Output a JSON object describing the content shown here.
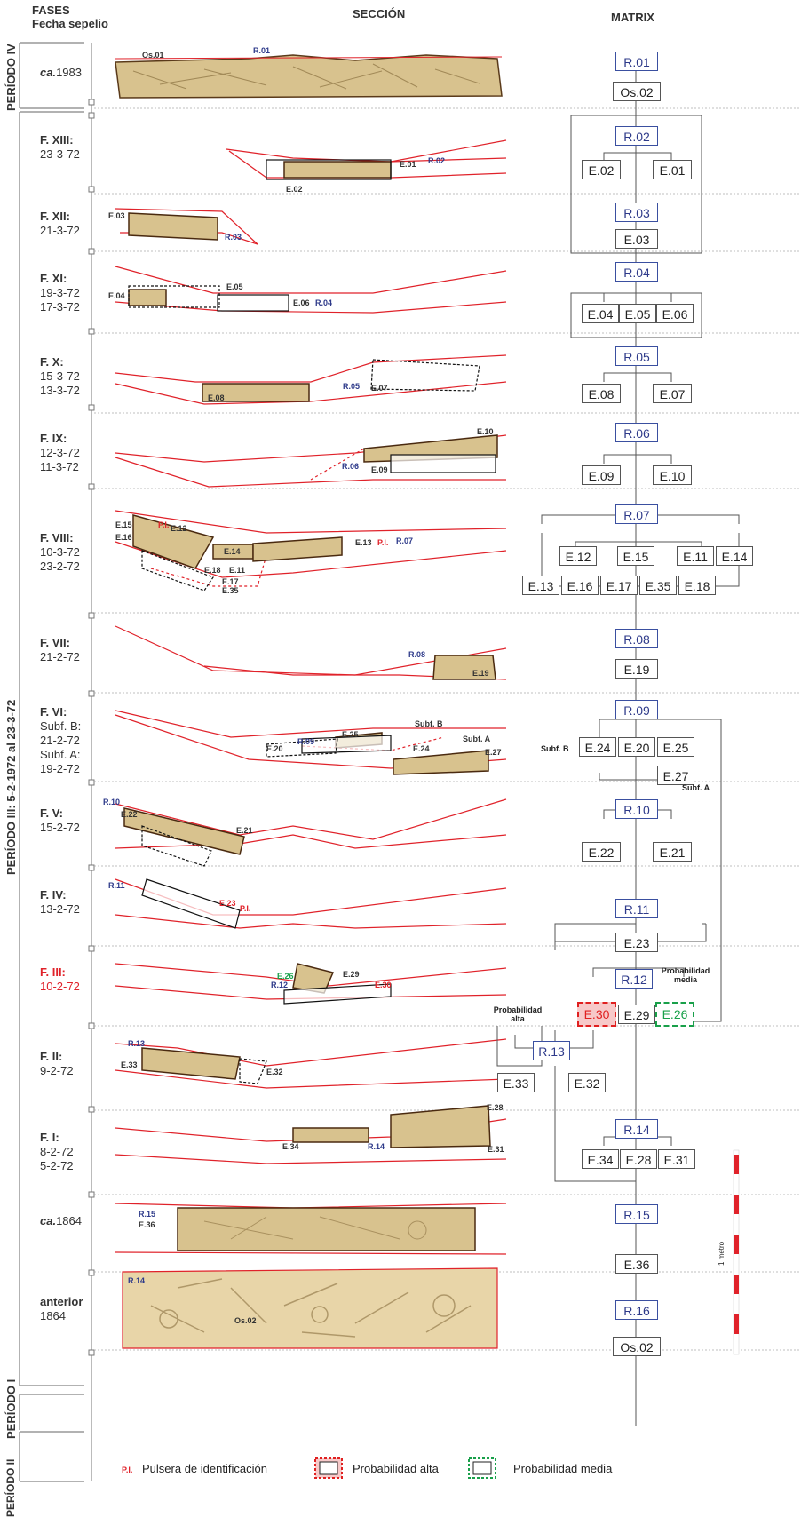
{
  "headers": {
    "fases": "FASES",
    "fecha": "Fecha sepelio",
    "seccion": "SECCIÓN",
    "matrix": "MATRIX"
  },
  "periods": {
    "iv": "PERÍODO IV",
    "iii": "PERÍODO III: 5-2-1972 al 23-3-72",
    "ii": "PERÍODO II",
    "i": "PERÍODO I"
  },
  "phases": [
    {
      "title": "ca.",
      "lines": [
        "1983"
      ],
      "italic": true
    },
    {
      "title": "F. XIII:",
      "lines": [
        "23-3-72"
      ]
    },
    {
      "title": "F. XII:",
      "lines": [
        "21-3-72"
      ]
    },
    {
      "title": "F. XI:",
      "lines": [
        "19-3-72",
        "17-3-72"
      ]
    },
    {
      "title": "F. X:",
      "lines": [
        "15-3-72",
        "13-3-72"
      ]
    },
    {
      "title": "F. IX:",
      "lines": [
        "12-3-72",
        "11-3-72"
      ]
    },
    {
      "title": "F. VIII:",
      "lines": [
        "10-3-72",
        "23-2-72"
      ]
    },
    {
      "title": "F. VII:",
      "lines": [
        "21-2-72"
      ]
    },
    {
      "title": "F. VI:",
      "lines": [
        "Subf. B:",
        "21-2-72",
        "Subf. A:",
        "19-2-72"
      ]
    },
    {
      "title": "F. V:",
      "lines": [
        "15-2-72"
      ]
    },
    {
      "title": "F. IV:",
      "lines": [
        "13-2-72"
      ]
    },
    {
      "title": "F. III:",
      "lines": [
        "10-2-72"
      ],
      "red": true
    },
    {
      "title": "F. II:",
      "lines": [
        "9-2-72"
      ]
    },
    {
      "title": "F. I:",
      "lines": [
        "8-2-72",
        "5-2-72"
      ]
    },
    {
      "title": "ca.",
      "lines": [
        "1864"
      ],
      "italic": true
    },
    {
      "title": "anterior",
      "lines": [
        "1864"
      ]
    }
  ],
  "matrix": {
    "R01": "R.01",
    "Os02a": "Os.02",
    "R02": "R.02",
    "E02": "E.02",
    "E01": "E.01",
    "R03": "R.03",
    "E03": "E.03",
    "R04": "R.04",
    "E04": "E.04",
    "E05": "E.05",
    "E06": "E.06",
    "R05": "R.05",
    "E08": "E.08",
    "E07": "E.07",
    "R06": "R.06",
    "E09": "E.09",
    "E10": "E.10",
    "R07": "R.07",
    "E12": "E.12",
    "E15": "E.15",
    "E11": "E.11",
    "E14": "E.14",
    "E13": "E.13",
    "E16": "E.16",
    "E17": "E.17",
    "E35": "E.35",
    "E18": "E.18",
    "R08": "R.08",
    "E19": "E.19",
    "R09": "R.09",
    "E24": "E.24",
    "E20": "E.20",
    "E25": "E.25",
    "E27": "E.27",
    "subfB": "Subf. B",
    "subfA": "Subf. A",
    "R10": "R.10",
    "E22": "E.22",
    "E21": "E.21",
    "R11": "R.11",
    "E23": "E.23",
    "R12": "R.12",
    "probMedia": "Probabilidad media",
    "probAlta": "Probabilidad alta",
    "E30": "E.30",
    "E29": "E.29",
    "E26": "E.26",
    "R13": "R.13",
    "E33": "E.33",
    "E32": "E.32",
    "R14": "R.14",
    "E34": "E.34",
    "E28": "E.28",
    "E31": "E.31",
    "R15": "R.15",
    "E36": "E.36",
    "R16": "R.16",
    "Os02b": "Os.02"
  },
  "section_labels": {
    "os01": "Os.01",
    "r01": "R.01",
    "e01": "E.01",
    "r02": "R.02",
    "e02": "E.02",
    "e03": "E.03",
    "r03": "R.03",
    "e04": "E.04",
    "e05": "E.05",
    "e06": "E.06",
    "r04": "R.04",
    "r05": "R.05",
    "e07": "E.07",
    "e08": "E.08",
    "e10": "E.10",
    "r06": "R.06",
    "e09": "E.09",
    "e15": "E.15",
    "pi1": "P.I.",
    "e12": "E.12",
    "e16": "E.16",
    "e14": "E.14",
    "e13": "E.13",
    "pi2": "P.I.",
    "r07": "R.07",
    "e18": "E.18",
    "e11": "E.11",
    "e17": "E.17",
    "e35": "E.35",
    "r08": "R.08",
    "e19": "E.19",
    "subfB": "Subf. B",
    "e25": "E.25",
    "r09": "R.09",
    "e20": "E.20",
    "e24": "E.24",
    "subfA": "Subf. A",
    "e27": "E.27",
    "r10": "R.10",
    "e22": "E.22",
    "e21": "E.21",
    "r11": "R.11",
    "e23": "E.23",
    "pi3": "P.I.",
    "e26": "E.26",
    "e29": "E.29",
    "r12": "R.12",
    "e30": "E.30",
    "r13": "R.13",
    "e33": "E.33",
    "e32": "E.32",
    "e28": "E.28",
    "e34": "E.34",
    "r14": "R.14",
    "e31": "E.31",
    "r15": "R.15",
    "e36": "E.36",
    "r16": "R.14",
    "os02": "Os.02"
  },
  "scale": {
    "label": "1 metro"
  },
  "legend": {
    "pi_abbr": "P.I.",
    "pi": "Pulsera de identificación",
    "alta": "Probabilidad alta",
    "media": "Probabilidad media"
  },
  "colors": {
    "red_line": "#e0222a",
    "blue_label": "#2e3a8a",
    "grave": "#d8c28e",
    "alta": "#e02020",
    "media": "#19a04a"
  }
}
